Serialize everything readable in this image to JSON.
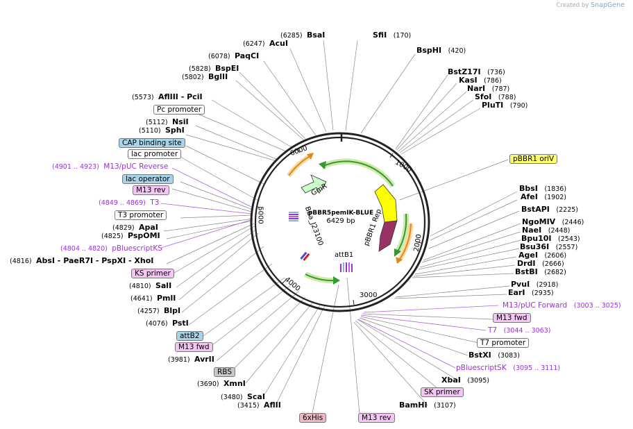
{
  "attribution": {
    "prefix": "Created by",
    "brand": "SnapGene"
  },
  "plasmid": {
    "name": "pBBR5pemIK-BLUE",
    "length": "6429 bp"
  },
  "ticks": [
    "1000",
    "2000",
    "3000",
    "4000",
    "5000",
    "6000"
  ],
  "features_inner": [
    "GmR",
    "pBBR1 Rep",
    "Bba_J23100",
    "attB1"
  ],
  "sites_left": [
    {
      "pos": "(6285)",
      "name": "BsaI"
    },
    {
      "pos": "(6247)",
      "name": "AcuI"
    },
    {
      "pos": "(6078)",
      "name": "PaqCI"
    },
    {
      "pos": "(5828)",
      "name": "BspEI"
    },
    {
      "pos": "(5802)",
      "name": "BglII"
    },
    {
      "pos": "(5573)",
      "name": "AflIII  -  PciI"
    },
    {
      "pos": "(5112)",
      "name": "NsiI"
    },
    {
      "pos": "(5110)",
      "name": "SphI"
    },
    {
      "pos": "(4829)",
      "name": "ApaI"
    },
    {
      "pos": "(4825)",
      "name": "PspOMI"
    },
    {
      "pos": "(4816)",
      "name": "AbsI   -  PaeR7I   -  PspXI   -  XhoI"
    },
    {
      "pos": "(4810)",
      "name": "SalI"
    },
    {
      "pos": "(4641)",
      "name": "PmlI"
    },
    {
      "pos": "(4257)",
      "name": "BlpI"
    },
    {
      "pos": "(4076)",
      "name": "PstI"
    },
    {
      "pos": "(3981)",
      "name": "AvrII"
    },
    {
      "pos": "(3690)",
      "name": "XmnI"
    },
    {
      "pos": "(3480)",
      "name": "ScaI"
    },
    {
      "pos": "(3415)",
      "name": "AflII"
    }
  ],
  "sites_right": [
    {
      "name": "SfiI",
      "pos": "(170)"
    },
    {
      "name": "BspHI",
      "pos": "(420)"
    },
    {
      "name": "BstZ17I",
      "pos": "(736)"
    },
    {
      "name": "KasI",
      "pos": "(786)"
    },
    {
      "name": "NarI",
      "pos": "(787)"
    },
    {
      "name": "SfoI",
      "pos": "(788)"
    },
    {
      "name": "PluTI",
      "pos": "(790)"
    },
    {
      "name": "BbsI",
      "pos": "(1836)"
    },
    {
      "name": "AfeI",
      "pos": "(1902)"
    },
    {
      "name": "BstAPI",
      "pos": "(2225)"
    },
    {
      "name": "NgoMIV",
      "pos": "(2446)"
    },
    {
      "name": "NaeI",
      "pos": "(2448)"
    },
    {
      "name": "Bpu10I",
      "pos": "(2543)"
    },
    {
      "name": "Bsu36I",
      "pos": "(2557)"
    },
    {
      "name": "AgeI",
      "pos": "(2606)"
    },
    {
      "name": "DrdI",
      "pos": "(2666)"
    },
    {
      "name": "BstBI",
      "pos": "(2682)"
    },
    {
      "name": "PvuI",
      "pos": "(2918)"
    },
    {
      "name": "EarI",
      "pos": "(2935)"
    },
    {
      "name": "BstXI",
      "pos": "(3083)"
    },
    {
      "name": "XbaI",
      "pos": "(3095)"
    },
    {
      "name": "BamHI",
      "pos": "(3107)"
    }
  ],
  "primers": [
    {
      "range": "(4901 .. 4923)",
      "name": "M13/pUC Reverse"
    },
    {
      "range": "(4849 .. 4869)",
      "name": "T3"
    },
    {
      "range": "(4804 .. 4820)",
      "name": "pBluescriptKS"
    },
    {
      "name": "M13/pUC Forward",
      "range": "(3003 .. 3025)"
    },
    {
      "name": "T7",
      "range": "(3044 .. 3063)"
    },
    {
      "name": "pBluescriptSK",
      "range": "(3095 .. 3111)"
    }
  ],
  "boxes": {
    "pc_promoter": "Pc promoter",
    "cap_binding_site": "CAP binding site",
    "lac_promoter": "lac promoter",
    "lac_operator": "lac operator",
    "m13_rev_left": "M13 rev",
    "t3_promoter": "T3 promoter",
    "ks_primer": "KS primer",
    "attb2": "attB2",
    "m13_fwd_left": "M13 fwd",
    "rbs": "RBS",
    "sixhis": "6xHis",
    "m13_rev_bottom": "M13 rev",
    "sk_primer": "SK primer",
    "t7_promoter": "T7 promoter",
    "m13_fwd_right": "M13 fwd",
    "pbbr1_oriv": "pBBR1 oriV"
  },
  "colors": {
    "backbone": "#222222",
    "gmr": "#ccffcc",
    "rep_yellow": "#ffff00",
    "rep_maroon": "#993366",
    "orf_green": "#339933",
    "orange_arrow": "#e08a1e",
    "primer_purple": "#9b30d9"
  }
}
